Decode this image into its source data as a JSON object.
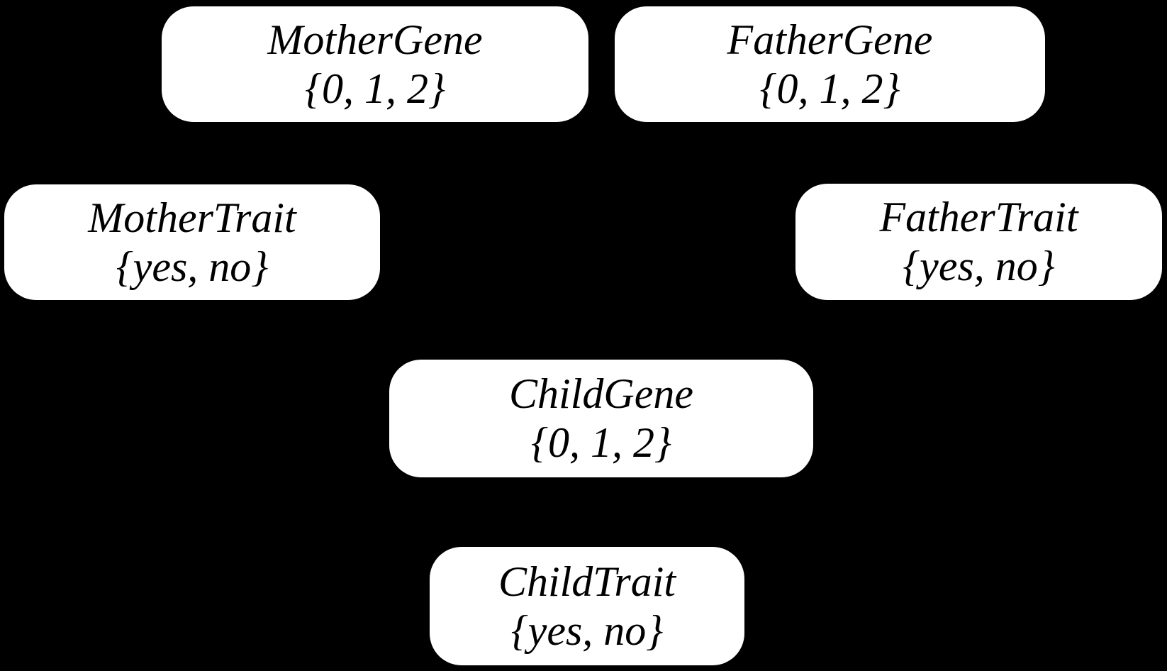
{
  "diagram": {
    "colors": {
      "background": "#000000",
      "node_fill": "#ffffff",
      "node_text": "#000000"
    },
    "nodes": [
      {
        "name": "MotherGene",
        "values": "{0, 1, 2}"
      },
      {
        "name": "FatherGene",
        "values": "{0, 1, 2}"
      },
      {
        "name": "MotherTrait",
        "values": "{yes, no}"
      },
      {
        "name": "FatherTrait",
        "values": "{yes, no}"
      },
      {
        "name": "ChildGene",
        "values": "{0, 1, 2}"
      },
      {
        "name": "ChildTrait",
        "values": "{yes, no}"
      }
    ]
  }
}
